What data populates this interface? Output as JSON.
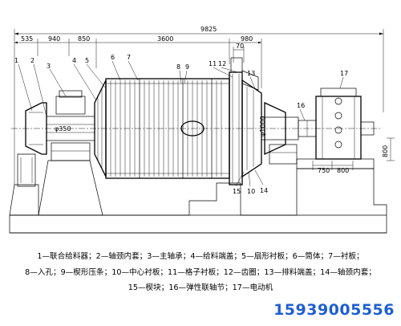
{
  "dimensions": {
    "overall_length": "9825",
    "d535": "535",
    "d940": "940",
    "d850": "850",
    "d3600": "3600",
    "d980": "980",
    "d70": "70",
    "d750": "750",
    "d800_h": "800",
    "d800_v": "800",
    "phi350": "φ350",
    "phi1000": "φ1000"
  },
  "callouts": [
    "1",
    "2",
    "3",
    "4",
    "5",
    "6",
    "7",
    "8",
    "9",
    "11",
    "12",
    "13",
    "14",
    "15",
    "10",
    "16",
    "17"
  ],
  "legend": {
    "line1": "1—联合给料器；2—轴颈内套；3—主轴承；4—给料端盖；5—扇形衬板；6—筒体；7—衬板；",
    "line2": "8—入孔；9—楔形压条；10—中心衬板；11—格子衬板；12—齿圈；13—排料端盖；14—轴颈内套；",
    "line3": "15—楔块；16—弹性联轴节；17—电动机"
  },
  "contact": {
    "phone": "15939005556",
    "color": "#1e5fd0"
  }
}
